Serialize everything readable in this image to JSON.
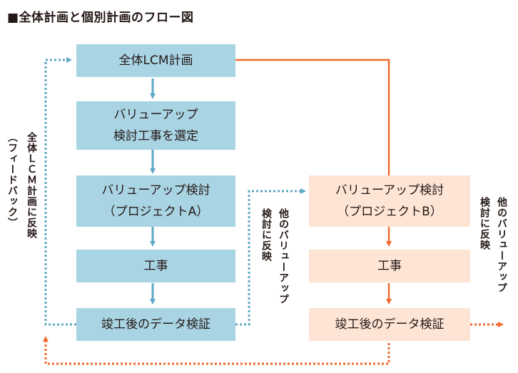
{
  "title": "■全体計画と個別計画のフロー図",
  "colors": {
    "blue_box": "#a9d4e4",
    "blue_line": "#5ea8c6",
    "peach_box": "#fde4d5",
    "orange_line": "#f06a2d"
  },
  "left_column": {
    "box1": "全体LCM計画",
    "box2_line1": "バリューアップ",
    "box2_line2": "検討工事を選定",
    "box3_line1": "バリューアップ検討",
    "box3_line2": "（プロジェクトA）",
    "box4": "工事",
    "box5": "竣工後のデータ検証"
  },
  "right_column": {
    "box1_line1": "バリューアップ検討",
    "box1_line2": "（プロジェクトB）",
    "box2": "工事",
    "box3": "竣工後のデータ検証"
  },
  "side_labels": {
    "feedback_col1": "全体ＬＣＭ計画に反映",
    "feedback_col2": "（フィードバック）",
    "mid_col1": "他のバリューアップ",
    "mid_col2": "検討に反映",
    "right_col1": "他のバリューアップ",
    "right_col2": "検討に反映"
  }
}
